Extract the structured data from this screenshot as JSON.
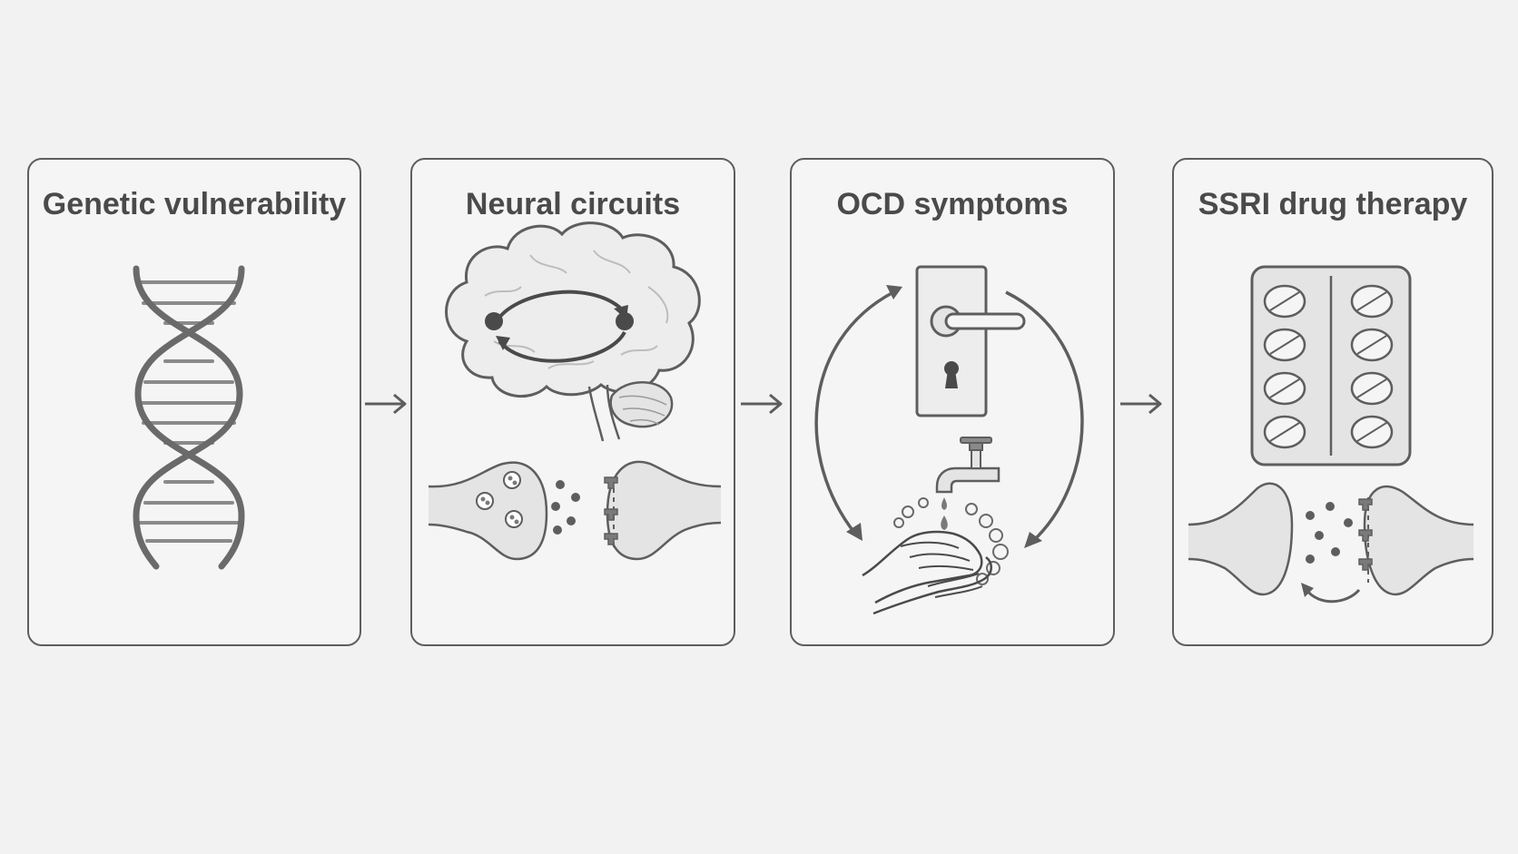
{
  "diagram": {
    "panels": [
      {
        "title": "Genetic vulnerability",
        "icon": "dna-helix-icon"
      },
      {
        "title": "Neural circuits",
        "icon": "brain-circuit-icon"
      },
      {
        "title": "OCD symptoms",
        "icon": "compulsion-cycle-icon"
      },
      {
        "title": "SSRI drug therapy",
        "icon": "pill-blister-icon"
      }
    ]
  },
  "colors": {
    "background": "#f2f2f2",
    "stroke": "#5e5e5e",
    "fill_light": "#e4e4e4",
    "text": "#4a4a4a"
  }
}
